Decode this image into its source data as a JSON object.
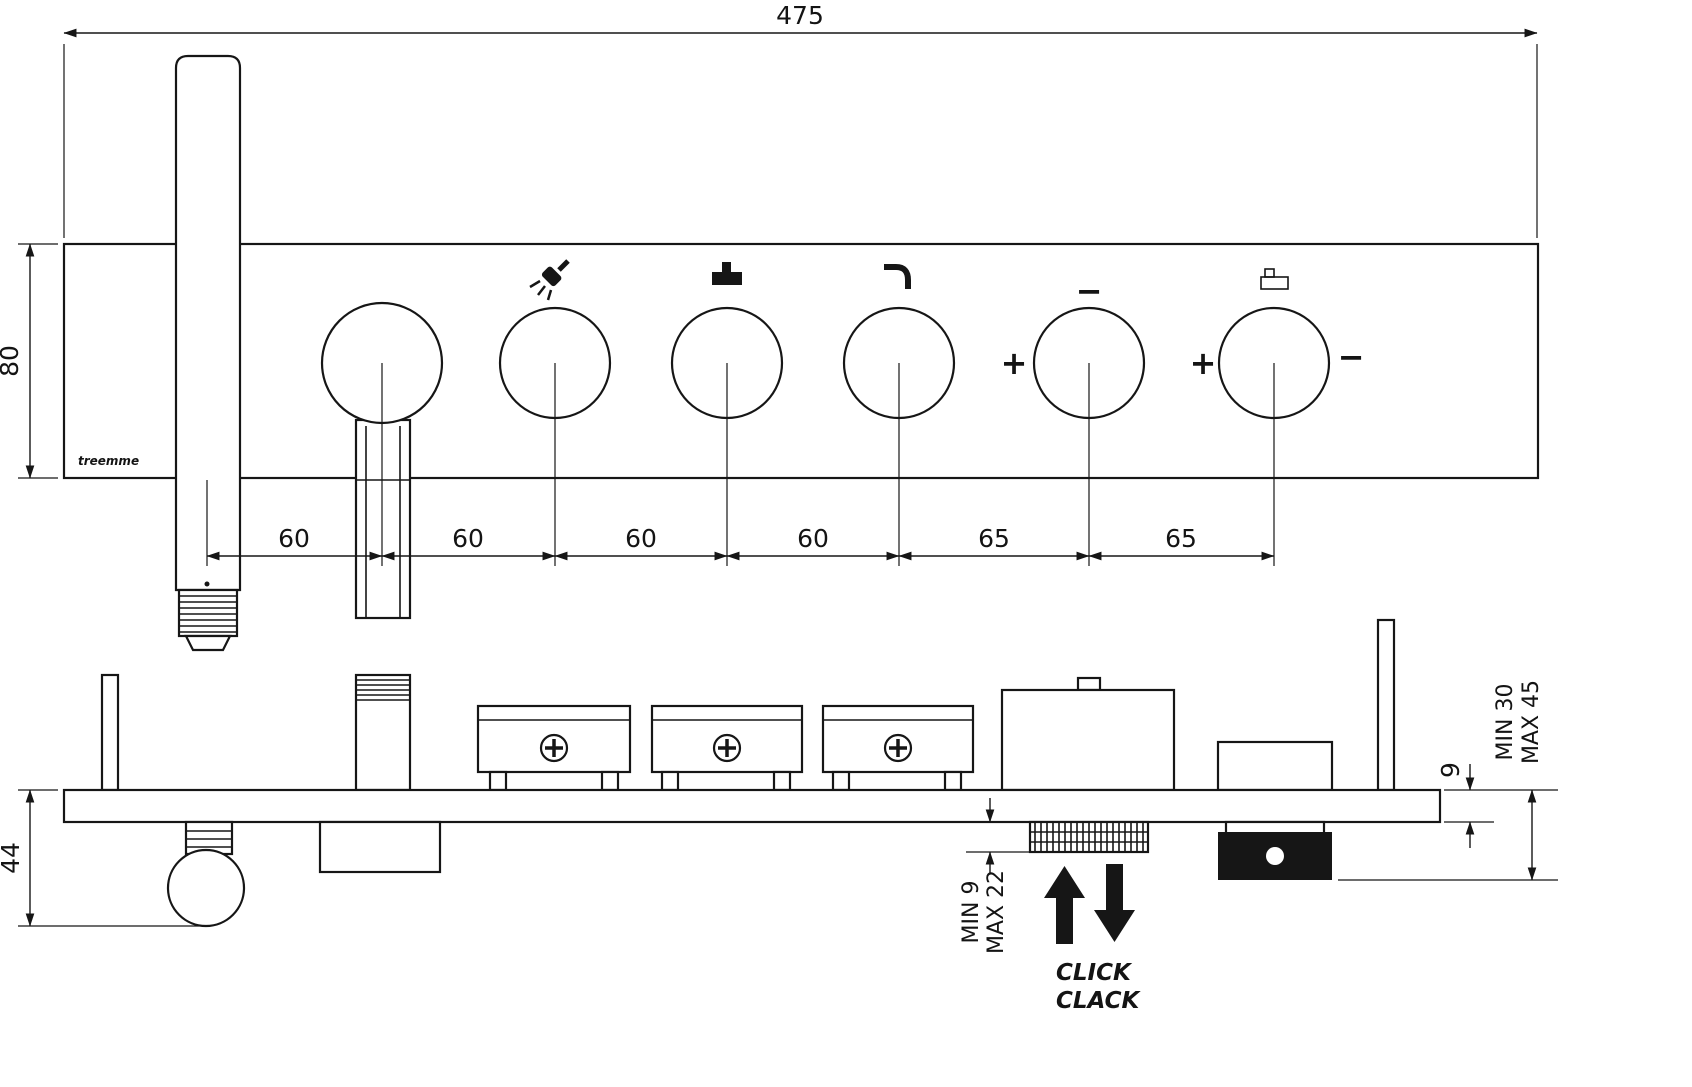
{
  "ink_color": "#161616",
  "front": {
    "dim_overall_width": "475",
    "dim_panel_height": "80",
    "spacings": [
      "60",
      "60",
      "60",
      "60",
      "65",
      "65"
    ],
    "plus": "+",
    "minus": "−",
    "logo": "treemme"
  },
  "side": {
    "dim_total_height": "44",
    "dim_plate_thickness": "9",
    "dim_depth_min": "MIN 30",
    "dim_depth_max": "MAX 45",
    "dim_protrusion_min": "MIN 9",
    "dim_protrusion_max": "MAX 22",
    "click": "CLICK",
    "clack": "CLACK"
  }
}
